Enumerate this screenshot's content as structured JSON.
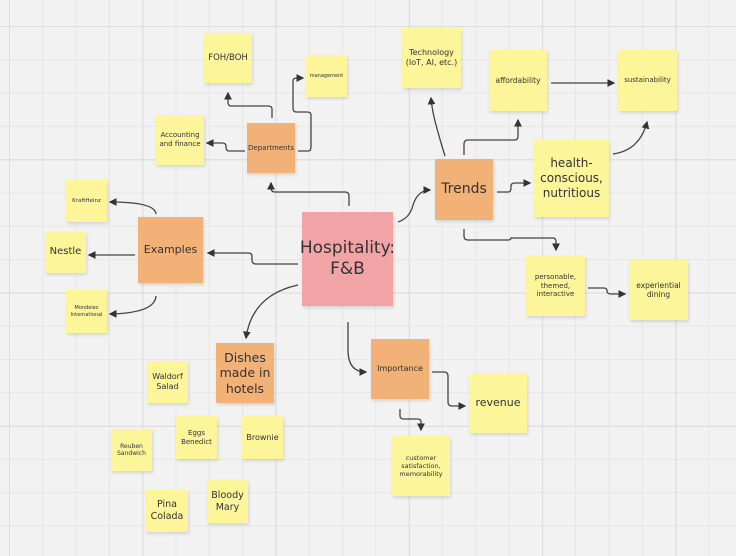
{
  "central": "Hospitality: F&B",
  "branches": {
    "departments": "Departments",
    "examples": "Examples",
    "trends": "Trends",
    "dishes": "Dishes made in hotels",
    "importance": "Importance"
  },
  "departments": {
    "foh_boh": "FOH/BOH",
    "management": "management",
    "accounting": "Accounting and finance"
  },
  "examples": {
    "kraftheinz": "KraftHeinz",
    "nestle": "Nestle",
    "mondelez": "Mondelez International"
  },
  "trends": {
    "technology": "Technology (IoT, AI, etc.)",
    "affordability": "affordability",
    "sustainability": "sustainability",
    "health": "health-conscious, nutritious",
    "personable": "personable, themed, interactive",
    "experiential": "experiential dining"
  },
  "dishes": {
    "waldorf": "Waldorf Salad",
    "eggs": "Eggs Benedict",
    "brownie": "Brownie",
    "reuben": "Reuben Sandwich",
    "pina": "Pina Colada",
    "bloody": "Bloody Mary"
  },
  "importance": {
    "revenue": "revenue",
    "satisfaction": "customer satisfaction, memorability"
  },
  "colors": {
    "sticky_yellow": "#fdf59a",
    "sticky_orange": "#f2b176",
    "sticky_pink": "#f1a3a6"
  }
}
